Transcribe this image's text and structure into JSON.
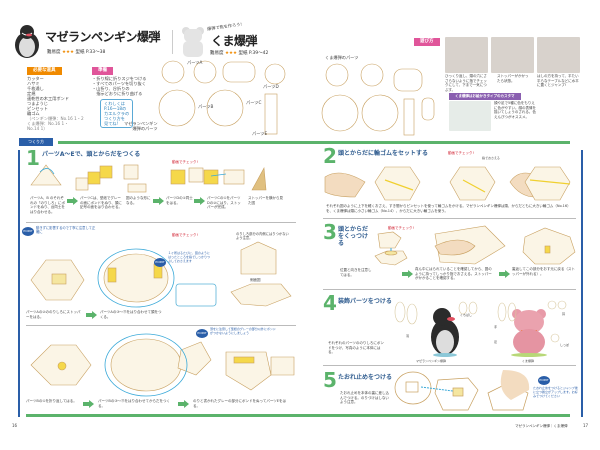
{
  "header": {
    "penguin": {
      "title": "マゼランペンギン爆弾",
      "difficulty_label": "難易度",
      "stars": "★★★",
      "pages": "型紙 P.33〜38"
    },
    "bear": {
      "tagline": "爆弾で熊を作ろう!",
      "title": "くま爆弾",
      "difficulty_label": "難易度",
      "stars": "★★★",
      "pages": "型紙 P.39〜42"
    }
  },
  "tools": {
    "label": "必要な道具",
    "items": [
      "カッター",
      "ハサミ",
      "千枚通し",
      "定規",
      "速乾性の木工用ボンド",
      "つまようじ",
      "ピンセット",
      "輪ゴム",
      "（ペンギン爆弾：No.16 1・2",
      "くま爆弾：No.16 1・",
      "No.14 1）"
    ]
  },
  "prep": {
    "label": "準備",
    "items": [
      "・折り線に折りスジをつける",
      "・すべてのパーツを切り抜く",
      "・山折り、谷折りの",
      "　指示どおりに折り曲げる"
    ],
    "note": [
      "くわしくは",
      "P.16〜18の",
      "カエルクラの",
      "つくり方を",
      "見てね!"
    ]
  },
  "parts": {
    "penguin_caption": "マゼランペンギン\n爆弾のパーツ",
    "bear_caption": "くま爆弾のパーツ",
    "labels": [
      "パーツA",
      "パーツB",
      "パーツC",
      "パーツD",
      "パーツE"
    ]
  },
  "play": {
    "label": "遊び方",
    "steps": [
      "ひっくり返し、頭の穴にささらないように指でチェックにして、下まで一気につぶす。",
      "ストッパーがかかったら状態。",
      "はしの方を持って、平たい平らなテーブルなどに水平に置くとジャンプ!"
    ],
    "tip_label": "くま爆弾はお絵かきタイプのカスタマ",
    "tip": "顔や足で5種に色をもりえに色がやすい。顔の表情を描いてしょうのされる。色えんぴつがオススメ。"
  },
  "section_tab": "つくり方",
  "check_label": "動画でチェック!",
  "steps": [
    {
      "num": "1",
      "title": "パーツA〜Eで、頭とからだをつくる",
      "captions": [
        "パーツA、B のそれぞれの「のりしろ」にボンドをぬり、台同士をはり合わせる。",
        "パーツCは、型紙でグレーの面にボンドをぬり、頭に記号の面をはり合わせる。",
        "図のような形になる。",
        "パーツDの①同士をはる。",
        "パーツCの①をパーツDの②にはり、ストッパーが完成。",
        "ストッパーを横から見た図"
      ],
      "point1": "動きずに影響するので丁寧に注意して正確に",
      "point_note": "のりしろ部分の内側にはりつかないよう注意。",
      "captions2": [
        "パーツAの②ののりしろにストッパーをはる。",
        "パーツAの③〜⑪をはり合わせて頭をつくる。"
      ],
      "point2": "１ヶ所はるたびに、図のようにはったところを指でしっかりつぶしておさえます",
      "side_view": "側面図",
      "captions3": [
        "パーツBの①を折り返してはる。",
        "パーツBの③〜⑪をはり合わせてからだをつくる。",
        "のりと書かれたグレーの部分にボンドをぬってパーツEをはる。"
      ],
      "point3": "頭をに注意して型紙のグレーの部分以外にボンドがつかないようにしましょう"
    },
    {
      "num": "2",
      "title": "頭とからだに輪ゴムをセットする",
      "hold": "指でおさえる",
      "caption": "それぞれ図のように上下を軽くおさえ、すき間からピンセットを使って輪ゴムをかける。マゼランペンギン爆弾は頭、からだともに大きい輪ゴム（No.16）を、くま爆弾は頭に小さい輪ゴム（No.14）、からだに大きい輪ゴムを使う。"
    },
    {
      "num": "3",
      "title": "頭とからだをくっつける",
      "captions": [
        "位置と向きを注意してはる。",
        "真ん中にはられていることを確認してから、図のように持ってしっかり指でおさえる。ストッパーがかかることを確認する。",
        "裏返してこの部分をおす元に戻る（ストッパーが外れる）。"
      ]
    },
    {
      "num": "4",
      "title": "装飾パーツをつける",
      "caption": "それぞれのパーツののりしろにボンドをつけ、写真のように本体にはる。",
      "penguin_label": "マゼランペンギン爆弾",
      "bear_label": "くま爆弾",
      "callouts": [
        "くちばし",
        "羽",
        "耳",
        "手",
        "足",
        "しっぽ"
      ]
    },
    {
      "num": "5",
      "title": "たおれ止めをつける",
      "caption": "たおれ止めを本体の裏に差し込んでつける。のりづけはしないよう注意。",
      "point": "たおれ止めをつけるとジャンプ後に立つ確立がアップします。お好みでつけてください"
    }
  ],
  "point_label": "POINT",
  "footer": {
    "left_page": "16",
    "right_text": "マゼランペンギン爆弾｜くま爆弾",
    "right_page": "17"
  },
  "colors": {
    "green": "#5bb36b",
    "blue": "#2a5ea8",
    "orange": "#f08a00",
    "pink": "#e0559a",
    "purple": "#8a5fb0",
    "tan": "#c8a060"
  }
}
